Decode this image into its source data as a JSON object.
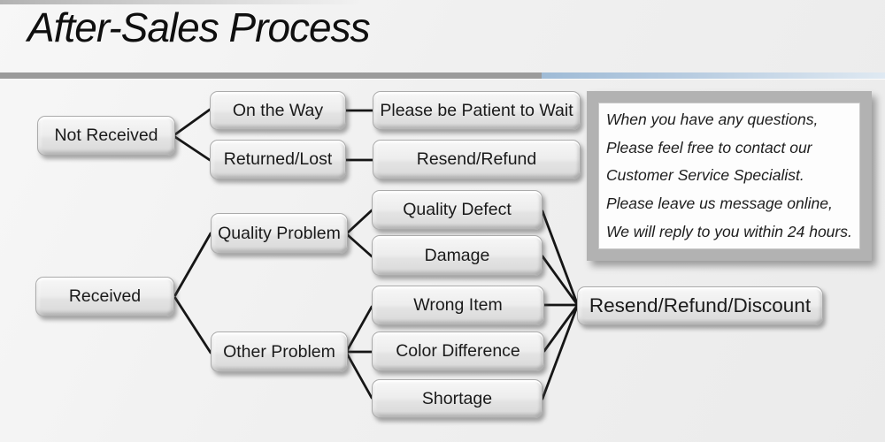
{
  "slide": {
    "title": "After-Sales Process"
  },
  "nodes": {
    "not_received": "Not Received",
    "on_the_way": "On the Way",
    "please_wait": "Please be Patient to Wait",
    "returned_lost": "Returned/Lost",
    "resend_refund": "Resend/Refund",
    "received": "Received",
    "quality_problem": "Quality Problem",
    "quality_defect": "Quality Defect",
    "damage": "Damage",
    "other_problem": "Other Problem",
    "wrong_item": "Wrong Item",
    "color_difference": "Color Difference",
    "shortage": "Shortage",
    "resend_refund_discount": "Resend/Refund/Discount"
  },
  "edges": [
    [
      "not_received",
      "on_the_way"
    ],
    [
      "not_received",
      "returned_lost"
    ],
    [
      "on_the_way",
      "please_wait"
    ],
    [
      "returned_lost",
      "resend_refund"
    ],
    [
      "received",
      "quality_problem"
    ],
    [
      "received",
      "other_problem"
    ],
    [
      "quality_problem",
      "quality_defect"
    ],
    [
      "quality_problem",
      "damage"
    ],
    [
      "other_problem",
      "wrong_item"
    ],
    [
      "other_problem",
      "color_difference"
    ],
    [
      "other_problem",
      "shortage"
    ],
    [
      "quality_defect",
      "resend_refund_discount"
    ],
    [
      "damage",
      "resend_refund_discount"
    ],
    [
      "wrong_item",
      "resend_refund_discount"
    ],
    [
      "color_difference",
      "resend_refund_discount"
    ],
    [
      "shortage",
      "resend_refund_discount"
    ]
  ],
  "note": {
    "lines": [
      "When you have any questions,",
      "Please feel free to contact our",
      "Customer Service Specialist.",
      "Please leave us message online,",
      "We will reply to you within 24 hours."
    ]
  },
  "colors": {
    "divider_gray": "#9b9b9b",
    "divider_blue_start": "#9fbbd6",
    "divider_blue_end": "#dfe9f2",
    "connector": "#161616",
    "note_frame": "#b2b2b2",
    "node_text": "#1a1a1a"
  }
}
